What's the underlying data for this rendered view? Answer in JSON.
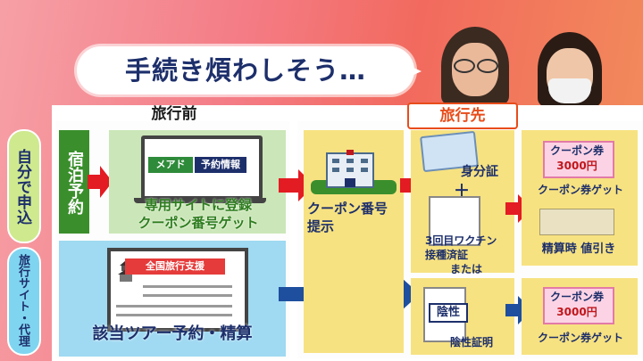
{
  "bubble_text": "手続き煩わしそう…",
  "headers": {
    "before": "旅行前",
    "after": "旅行先"
  },
  "side_labels": {
    "self_apply": "自分で申込",
    "agency": "旅行サイト・代理店"
  },
  "lodging_label": "宿泊予約",
  "laptop_tags": {
    "mail": "メアド",
    "reservation": "予約情報"
  },
  "site_register_text": [
    "専用サイトに登録",
    "クーポン番号ゲット"
  ],
  "monitor_tag": "全国旅行支援",
  "tour_text": "該当ツアー予約・精算",
  "hotel_text": [
    "クーポン番号",
    "提示"
  ],
  "id_text": "身分証",
  "plus": "＋",
  "vaccine_text": [
    "3回目ワクチン",
    "接種済証"
  ],
  "or_text": "または",
  "negative_tag": "陰性",
  "negative_text": "陰性証明",
  "coupon": {
    "label": "クーポン券",
    "amount": "3000円"
  },
  "coupon_get": "クーポン券ゲット",
  "discount_text": "精算時 値引き",
  "colors": {
    "navy": "#1d2f6b",
    "red_arrow": "#e31b23",
    "blue_arrow": "#1d4f9e",
    "green": "#3a8f2c",
    "yellow": "#f7e281"
  }
}
